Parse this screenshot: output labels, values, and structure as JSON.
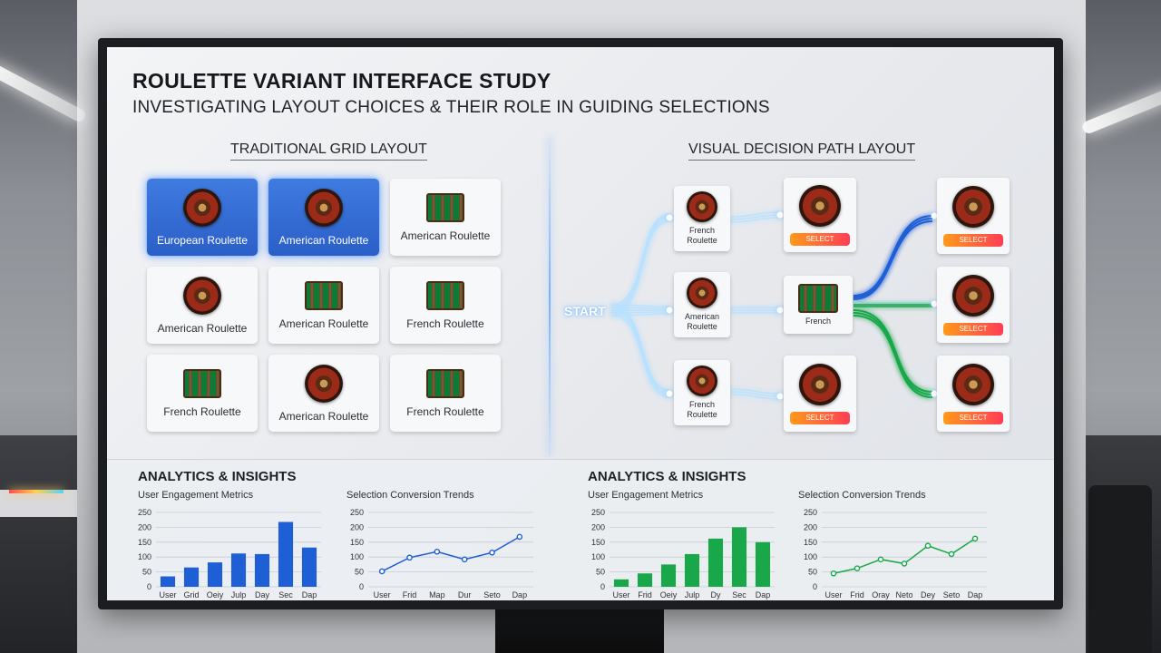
{
  "header": {
    "title": "ROULETTE VARIANT INTERFACE STUDY",
    "subtitle": "INVESTIGATING LAYOUT CHOICES & THEIR ROLE IN GUIDING SELECTIONS"
  },
  "left_panel": {
    "title": "TRADITIONAL GRID LAYOUT",
    "tiles": [
      {
        "label": "European Roulette",
        "icon": "wheel-icon",
        "selected": true
      },
      {
        "label": "American Roulette",
        "icon": "wheel-icon",
        "selected": true
      },
      {
        "label": "American Roulette",
        "icon": "table-icon",
        "selected": false
      },
      {
        "label": "American Roulette",
        "icon": "wheel-icon",
        "selected": false
      },
      {
        "label": "American Roulette",
        "icon": "table-icon",
        "selected": false
      },
      {
        "label": "French Roulette",
        "icon": "table-icon",
        "selected": false
      },
      {
        "label": "French Roulette",
        "icon": "table-icon",
        "selected": false
      },
      {
        "label": "American Roulette",
        "icon": "wheel-icon",
        "selected": false
      },
      {
        "label": "French Roulette",
        "icon": "table-icon",
        "selected": false
      }
    ]
  },
  "right_panel": {
    "title": "VISUAL DECISION PATH LAYOUT",
    "start_label": "START",
    "level1": [
      {
        "label": "French\nRoulette",
        "icon": "wheel-icon"
      },
      {
        "label": "American\nRoulette",
        "icon": "wheel-icon"
      },
      {
        "label": "French\nRoulette",
        "icon": "wheel-icon"
      }
    ],
    "level2": [
      {
        "label": "",
        "icon": "wheel-icon",
        "button": "SELECT"
      },
      {
        "label": "French",
        "icon": "table-icon",
        "button": ""
      },
      {
        "label": "",
        "icon": "wheel-icon",
        "button": "SELECT"
      }
    ],
    "level3": [
      {
        "icon": "wheel-icon",
        "button": "SELECT"
      },
      {
        "icon": "wheel-icon",
        "button": "SELECT"
      },
      {
        "icon": "wheel-icon",
        "button": "SELECT"
      }
    ],
    "colors": {
      "path_light": "#b9e2ff",
      "path_blue": "#1f5fd6",
      "path_green": "#18a84a",
      "button_from": "#ff9a1a",
      "button_to": "#ff3d55"
    }
  },
  "analytics_left": {
    "title": "ANALYTICS & INSIGHTS",
    "bar_title": "User Engagement Metrics",
    "line_title": "Selection Conversion Trends"
  },
  "analytics_right": {
    "title": "ANALYTICS & INSIGHTS",
    "bar_title": "User Engagement Metrics",
    "line_title": "Selection Conversion Trends"
  },
  "chart_data": [
    {
      "type": "bar",
      "title": "User Engagement Metrics",
      "categories": [
        "User",
        "Grid",
        "Oeiy",
        "Julp",
        "Day",
        "Sec",
        "Dap"
      ],
      "values": [
        35,
        65,
        82,
        112,
        110,
        218,
        132
      ],
      "yticks": [
        0,
        50,
        100,
        150,
        200,
        250
      ],
      "ylim": [
        0,
        250
      ],
      "color": "#1f5fd6"
    },
    {
      "type": "line",
      "title": "Selection Conversion Trends",
      "categories": [
        "User",
        "Frid",
        "Map",
        "Dur",
        "Seto",
        "Dap"
      ],
      "values": [
        52,
        98,
        118,
        92,
        115,
        168
      ],
      "yticks": [
        0,
        50,
        100,
        150,
        200,
        250
      ],
      "ylim": [
        0,
        250
      ],
      "color": "#1f5fd6"
    },
    {
      "type": "bar",
      "title": "User Engagement Metrics",
      "categories": [
        "User",
        "Frid",
        "Oeiy",
        "Julp",
        "Dy",
        "Sec",
        "Dap"
      ],
      "values": [
        25,
        45,
        75,
        110,
        162,
        200,
        150
      ],
      "yticks": [
        0,
        50,
        100,
        150,
        200,
        250
      ],
      "ylim": [
        0,
        250
      ],
      "color": "#18a84a"
    },
    {
      "type": "line",
      "title": "Selection Conversion Trends",
      "categories": [
        "User",
        "Frid",
        "Oray",
        "Neto",
        "Dey",
        "Seto",
        "Dap"
      ],
      "values": [
        45,
        62,
        92,
        78,
        138,
        110,
        162
      ],
      "yticks": [
        0,
        50,
        100,
        150,
        200,
        250
      ],
      "ylim": [
        0,
        250
      ],
      "color": "#18a84a"
    }
  ]
}
